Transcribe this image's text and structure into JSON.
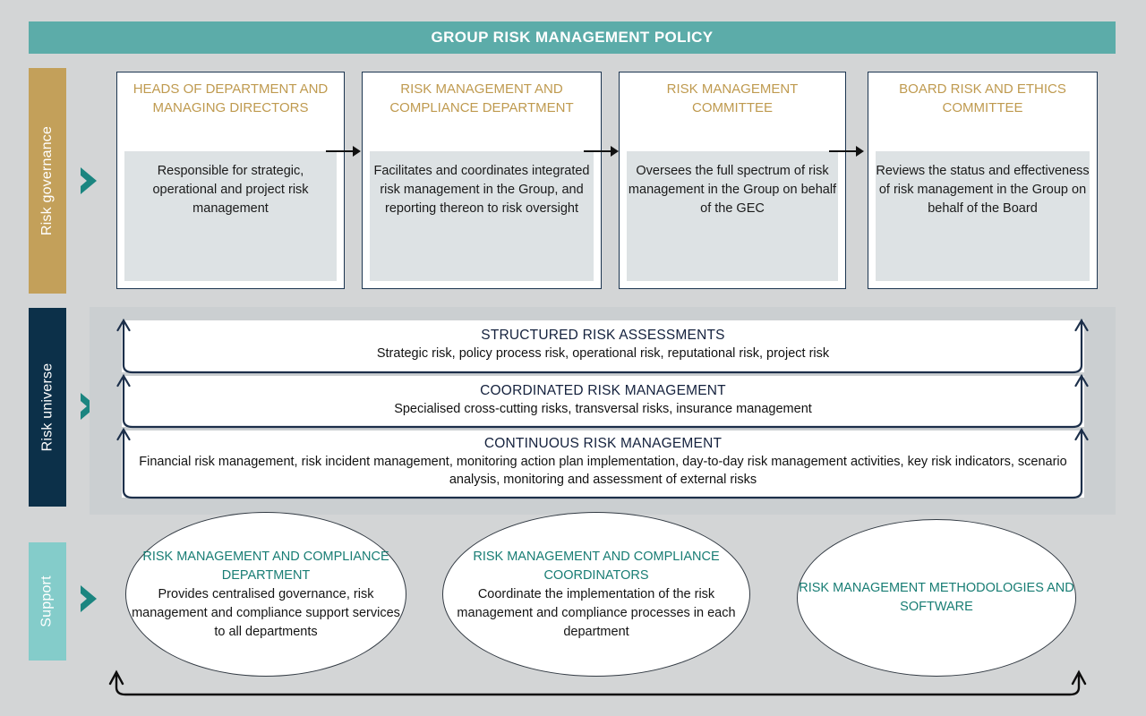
{
  "header": {
    "title": "GROUP RISK MANAGEMENT POLICY"
  },
  "colors": {
    "page_background": "#d3d5d6",
    "header_teal": "#5caca9",
    "governance_gold": "#c3a05a",
    "universe_navy": "#0c3049",
    "support_teal": "#84ccca",
    "chevron_teal": "#1b8580",
    "gov_title_gold": "#bf9a4f",
    "gov_body_panel": "#dde2e4",
    "universe_band_gray": "#cbcfd1",
    "universe_text_navy": "#14213d",
    "ellipse_title_green": "#187d74",
    "box_border": "#1c3550"
  },
  "bands": [
    {
      "key": "governance",
      "label": "Risk governance",
      "chevron_icon": "chevron-right-icon"
    },
    {
      "key": "universe",
      "label": "Risk universe",
      "chevron_icon": "chevron-right-icon"
    },
    {
      "key": "support",
      "label": "Support",
      "chevron_icon": "chevron-right-icon"
    }
  ],
  "governance": {
    "boxes": [
      {
        "title": "HEADS OF DEPARTMENT AND MANAGING DIRECTORS",
        "body": "Responsible for strategic, operational and project risk management"
      },
      {
        "title": "RISK MANAGEMENT AND COMPLIANCE DEPARTMENT",
        "body": "Facilitates and coordinates integrated risk management in the Group, and reporting thereon to risk oversight"
      },
      {
        "title": "RISK MANAGEMENT COMMITTEE",
        "body": "Oversees the full spectrum of risk management in the Group on behalf of the GEC"
      },
      {
        "title": "BOARD RISK AND ETHICS COMMITTEE",
        "body": "Reviews the status and effectiveness of risk management in the Group on behalf of the Board"
      }
    ],
    "connector_icon": "arrow-right-icon",
    "connector_count": 3
  },
  "universe": {
    "rows": [
      {
        "heading": "STRUCTURED RISK ASSESSMENTS",
        "detail": "Strategic risk, policy process risk, operational risk, reputational risk, project risk",
        "bracket_icon": "double-up-arrow-bracket-icon"
      },
      {
        "heading": "COORDINATED RISK MANAGEMENT",
        "detail": "Specialised cross-cutting risks, transversal risks, insurance management",
        "bracket_icon": "double-up-arrow-bracket-icon"
      },
      {
        "heading": "CONTINUOUS RISK MANAGEMENT",
        "detail": "Financial risk management, risk incident management, monitoring action plan implementation, day-to-day risk management activities, key risk indicators, scenario analysis, monitoring and assessment of external risks",
        "bracket_icon": "double-up-arrow-bracket-icon"
      }
    ]
  },
  "support": {
    "ellipses": [
      {
        "title": "RISK MANAGEMENT AND COMPLIANCE DEPARTMENT",
        "body": "Provides centralised governance, risk management and compliance support services to all departments"
      },
      {
        "title": "RISK MANAGEMENT AND COMPLIANCE COORDINATORS",
        "body": "Coordinate the implementation of the risk management and compliance processes in each department"
      },
      {
        "title": "RISK MANAGEMENT METHODOLOGIES AND SOFTWARE",
        "body": ""
      }
    ],
    "bracket_icon": "double-up-arrow-bracket-icon"
  }
}
